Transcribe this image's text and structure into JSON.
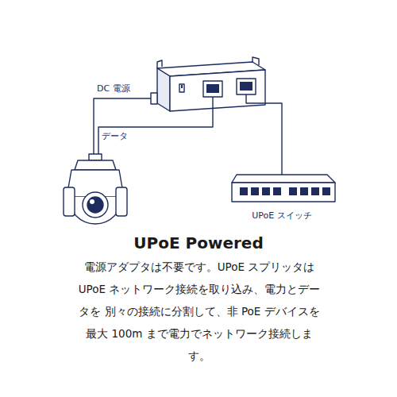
{
  "diagram": {
    "title": "UPoE Powered",
    "caption": "電源アダプタは不要です。UPoE スプリッタは UPoE ネットワーク接続を取り込み、電力とデータを 別々の接続に分割して、非 PoE デバイスを 最大 100m まで電力でネットワーク接続します。",
    "nodes": [
      {
        "text": [
          "UPoE スイッチ"
        ]
      }
    ],
    "labels": [
      "DC 電源",
      "データ"
    ]
  }
}
